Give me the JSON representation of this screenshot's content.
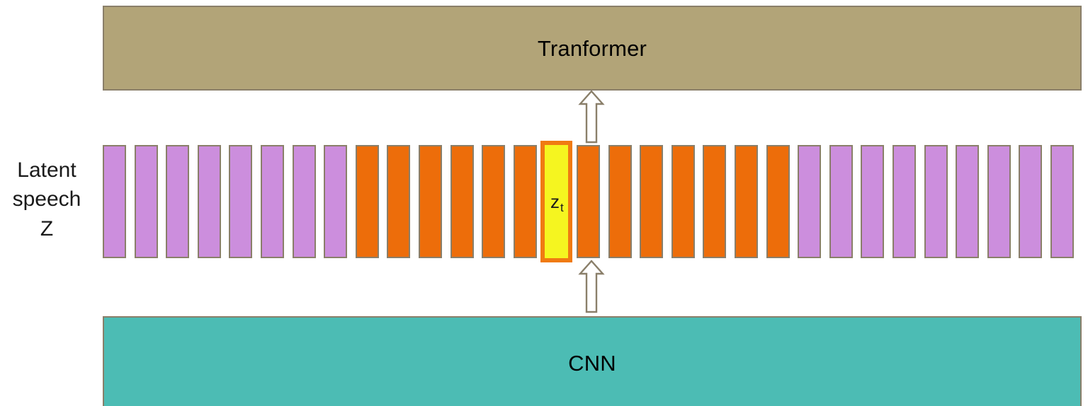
{
  "diagram": {
    "title_note": "Latent speech representation with masked span fed to Transformer",
    "transformer": {
      "label": "Tranformer",
      "color": "#b2a478",
      "border_color": "#8a7f6a"
    },
    "cnn": {
      "label": "CNN",
      "color": "#4cbcb4",
      "border_color": "#8a7f6a"
    },
    "latent": {
      "label_lines": [
        "Latent",
        "speech",
        "Z"
      ],
      "highlight_label": "z",
      "highlight_subscript": "t",
      "colors": {
        "unmasked": "#cc8edd",
        "masked": "#ed6d0a",
        "current_frame_fill": "#f5f520",
        "current_frame_border": "#f07a12",
        "bar_border": "#8a7f6a"
      },
      "counts": {
        "left_unmasked": 8,
        "masked_before_current": 6,
        "current": 1,
        "masked_after_current": 7,
        "right_unmasked": 9,
        "total": 31
      },
      "bars": [
        {
          "kind": "purple"
        },
        {
          "kind": "purple"
        },
        {
          "kind": "purple"
        },
        {
          "kind": "purple"
        },
        {
          "kind": "purple"
        },
        {
          "kind": "purple"
        },
        {
          "kind": "purple"
        },
        {
          "kind": "purple"
        },
        {
          "kind": "orange"
        },
        {
          "kind": "orange"
        },
        {
          "kind": "orange"
        },
        {
          "kind": "orange"
        },
        {
          "kind": "orange"
        },
        {
          "kind": "orange"
        },
        {
          "kind": "highlight"
        },
        {
          "kind": "orange"
        },
        {
          "kind": "orange"
        },
        {
          "kind": "orange"
        },
        {
          "kind": "orange"
        },
        {
          "kind": "orange"
        },
        {
          "kind": "orange"
        },
        {
          "kind": "orange"
        },
        {
          "kind": "purple"
        },
        {
          "kind": "purple"
        },
        {
          "kind": "purple"
        },
        {
          "kind": "purple"
        },
        {
          "kind": "purple"
        },
        {
          "kind": "purple"
        },
        {
          "kind": "purple"
        },
        {
          "kind": "purple"
        },
        {
          "kind": "purple"
        }
      ]
    },
    "arrows": [
      {
        "name": "latent-to-transformer",
        "direction": "up"
      },
      {
        "name": "cnn-to-latent",
        "direction": "up"
      }
    ]
  }
}
